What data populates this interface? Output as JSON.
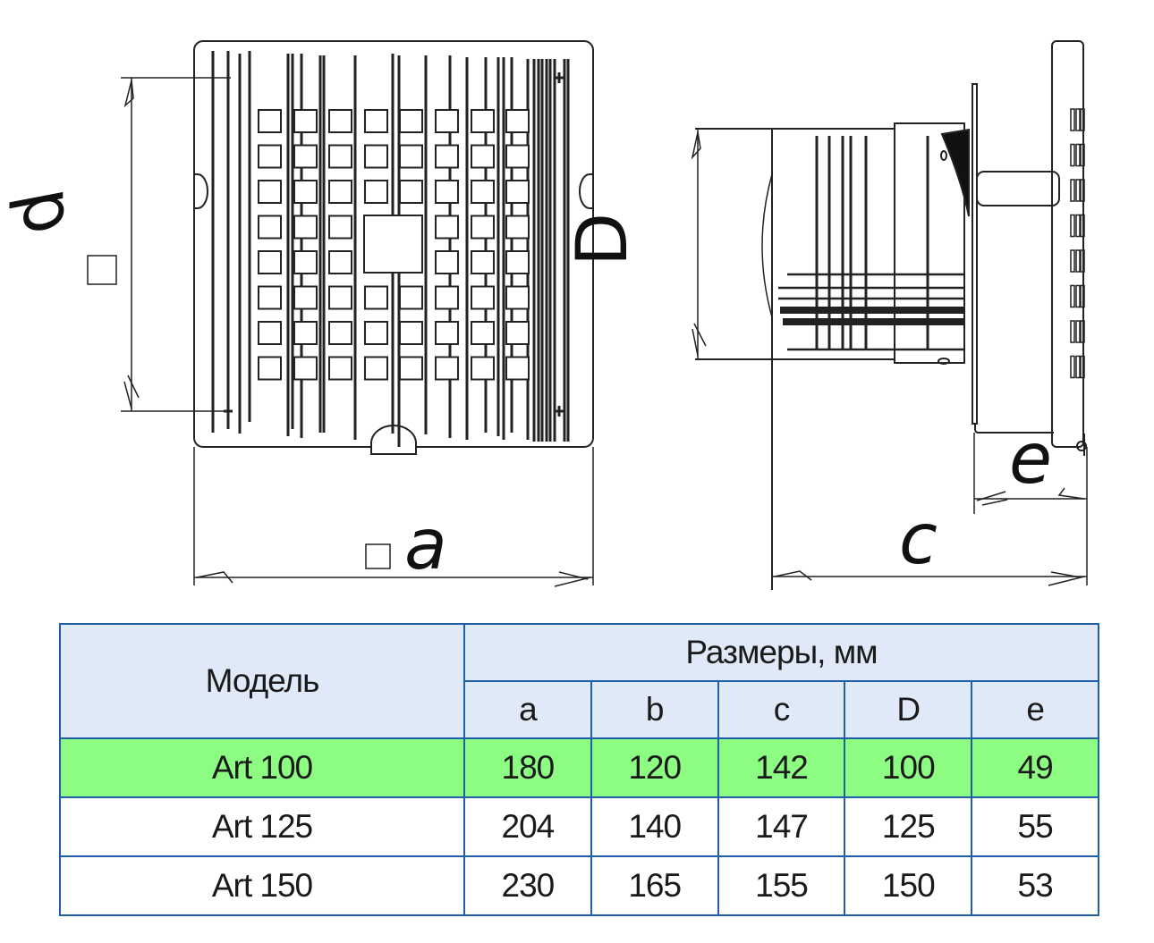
{
  "drawing": {
    "front_view": {
      "dimension_labels": {
        "width": "a",
        "height": "b"
      },
      "square_symbol": "square-section-symbol"
    },
    "side_view": {
      "dimension_labels": {
        "diameter": "D",
        "depth": "c",
        "protrusion": "e"
      }
    }
  },
  "table": {
    "model_header": "Модель",
    "dimensions_header": "Размеры, мм",
    "columns": [
      "a",
      "b",
      "c",
      "D",
      "e"
    ],
    "rows": [
      {
        "model": "Art 100",
        "values": [
          "180",
          "120",
          "142",
          "100",
          "49"
        ],
        "highlighted": true
      },
      {
        "model": "Art 125",
        "values": [
          "204",
          "140",
          "147",
          "125",
          "55"
        ],
        "highlighted": false
      },
      {
        "model": "Art 150",
        "values": [
          "230",
          "165",
          "155",
          "150",
          "53"
        ],
        "highlighted": false
      }
    ]
  },
  "colors": {
    "border": "#1f5fa8",
    "header_bg": "#dfe9f7",
    "highlight_bg": "#8dfc82"
  }
}
